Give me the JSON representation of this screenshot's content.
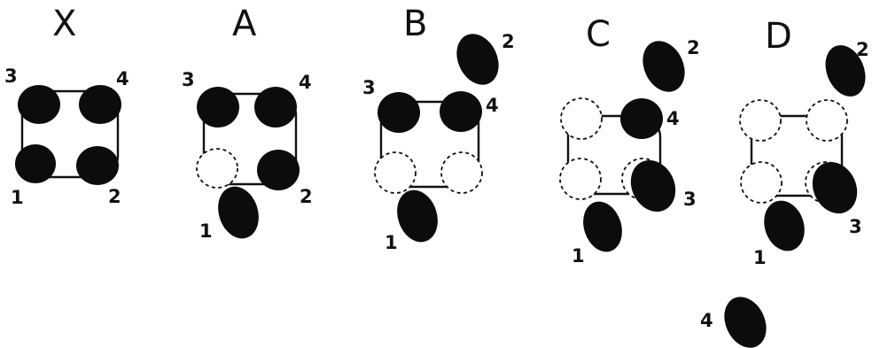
{
  "panels": [
    {
      "title": "X",
      "labels": [
        "1",
        "2",
        "3",
        "4"
      ]
    },
    {
      "title": "A",
      "labels": [
        "1",
        "2",
        "3",
        "4"
      ]
    },
    {
      "title": "B",
      "labels": [
        "1",
        "2",
        "3",
        "4"
      ]
    },
    {
      "title": "C",
      "labels": [
        "1",
        "2",
        "3",
        "4"
      ]
    },
    {
      "title": "D",
      "labels": [
        "1",
        "2",
        "3",
        "4"
      ]
    }
  ],
  "colors": {
    "ball": "#0c0c0c",
    "line": "#111111",
    "background": "#ffffff"
  }
}
